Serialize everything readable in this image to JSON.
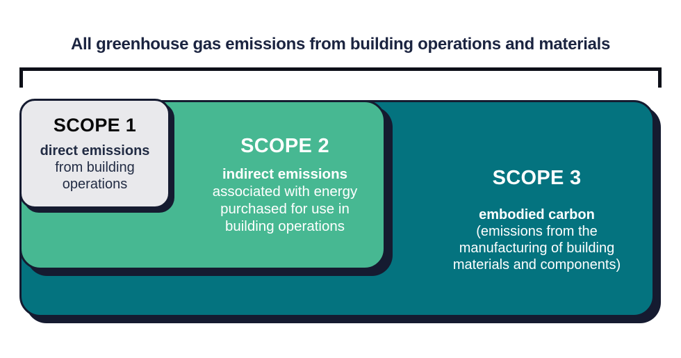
{
  "title": "All greenhouse gas emissions from building operations and materials",
  "colors": {
    "navy_outline": "#151b30",
    "scope1_fill": "#e9e9ec",
    "scope2_fill": "#47b892",
    "scope3_fill": "#04737f",
    "title_text": "#1b2440",
    "bracket": "#0d0f18",
    "scope1_heading_text": "#090909",
    "scope1_body_text": "#222c44",
    "scope23_text": "#ffffff"
  },
  "scopes": [
    {
      "heading": "SCOPE 1",
      "emphasis": "direct emissions",
      "lines": [
        "from building",
        "operations"
      ]
    },
    {
      "heading": "SCOPE 2",
      "emphasis": "indirect emissions",
      "lines": [
        "associated with energy",
        "purchased for use in",
        "building operations"
      ]
    },
    {
      "heading": "SCOPE 3",
      "emphasis": "embodied carbon",
      "lines": [
        "(emissions from the",
        "manufacturing of building",
        "materials and components)"
      ]
    }
  ]
}
